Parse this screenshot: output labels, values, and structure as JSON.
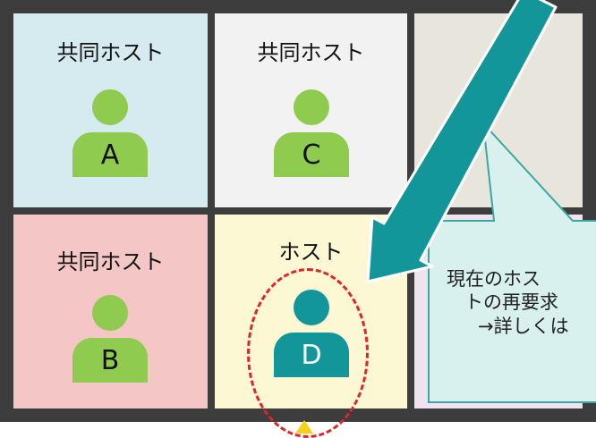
{
  "tiles": [
    {
      "id": "cohost-a",
      "label": "共同ホスト",
      "letter": "A",
      "bg": "#d6ebef",
      "avatar_color": "#8ecb4f"
    },
    {
      "id": "cohost-c",
      "label": "共同ホスト",
      "letter": "C",
      "bg": "#f2f2f2",
      "avatar_color": "#8ecb4f"
    },
    {
      "id": "empty-top",
      "label": "",
      "letter": "",
      "bg": "#e8e5dc"
    },
    {
      "id": "cohost-b",
      "label": "共同ホスト",
      "letter": "B",
      "bg": "#f4c6c6",
      "avatar_color": "#8ecb4f"
    },
    {
      "id": "host-d",
      "label": "ホスト",
      "letter": "D",
      "bg": "#fbf8d3",
      "avatar_color": "#13969a"
    },
    {
      "id": "empty-bottom",
      "label": "",
      "letter": "",
      "bg": "#f0e3ef"
    }
  ],
  "callout": {
    "lines": [
      "現在のホス",
      "トの再要求",
      "→詳しくは"
    ],
    "bg": "#d8f0ee",
    "border": "#3aa7a0"
  },
  "arrow_color": "#13969a",
  "highlight_ring_color": "#e3232c",
  "frame_color": "#3d3d3d"
}
